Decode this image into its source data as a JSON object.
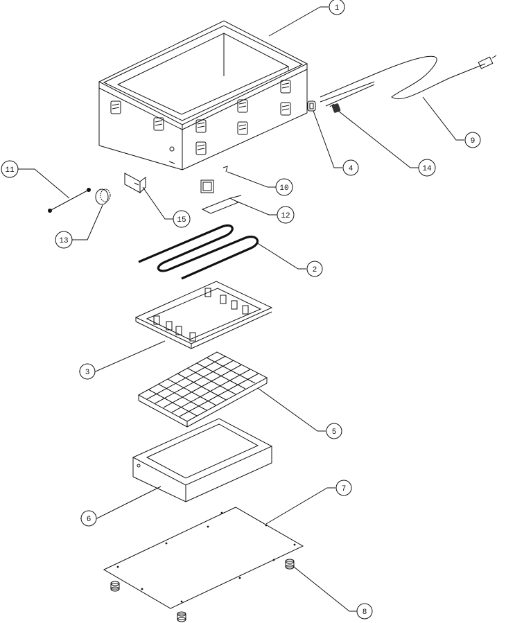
{
  "callouts": [
    {
      "id": "callout-1",
      "label": "1"
    },
    {
      "id": "callout-2",
      "label": "2"
    },
    {
      "id": "callout-3",
      "label": "3"
    },
    {
      "id": "callout-4",
      "label": "4"
    },
    {
      "id": "callout-5",
      "label": "5"
    },
    {
      "id": "callout-6",
      "label": "6"
    },
    {
      "id": "callout-7",
      "label": "7"
    },
    {
      "id": "callout-8",
      "label": "8"
    },
    {
      "id": "callout-9",
      "label": "9"
    },
    {
      "id": "callout-10",
      "label": "10"
    },
    {
      "id": "callout-11",
      "label": "11"
    },
    {
      "id": "callout-12",
      "label": "12"
    },
    {
      "id": "callout-13",
      "label": "13"
    },
    {
      "id": "callout-14",
      "label": "14"
    },
    {
      "id": "callout-15",
      "label": "15"
    }
  ],
  "colors": {
    "line": "#111111",
    "background": "#ffffff"
  }
}
